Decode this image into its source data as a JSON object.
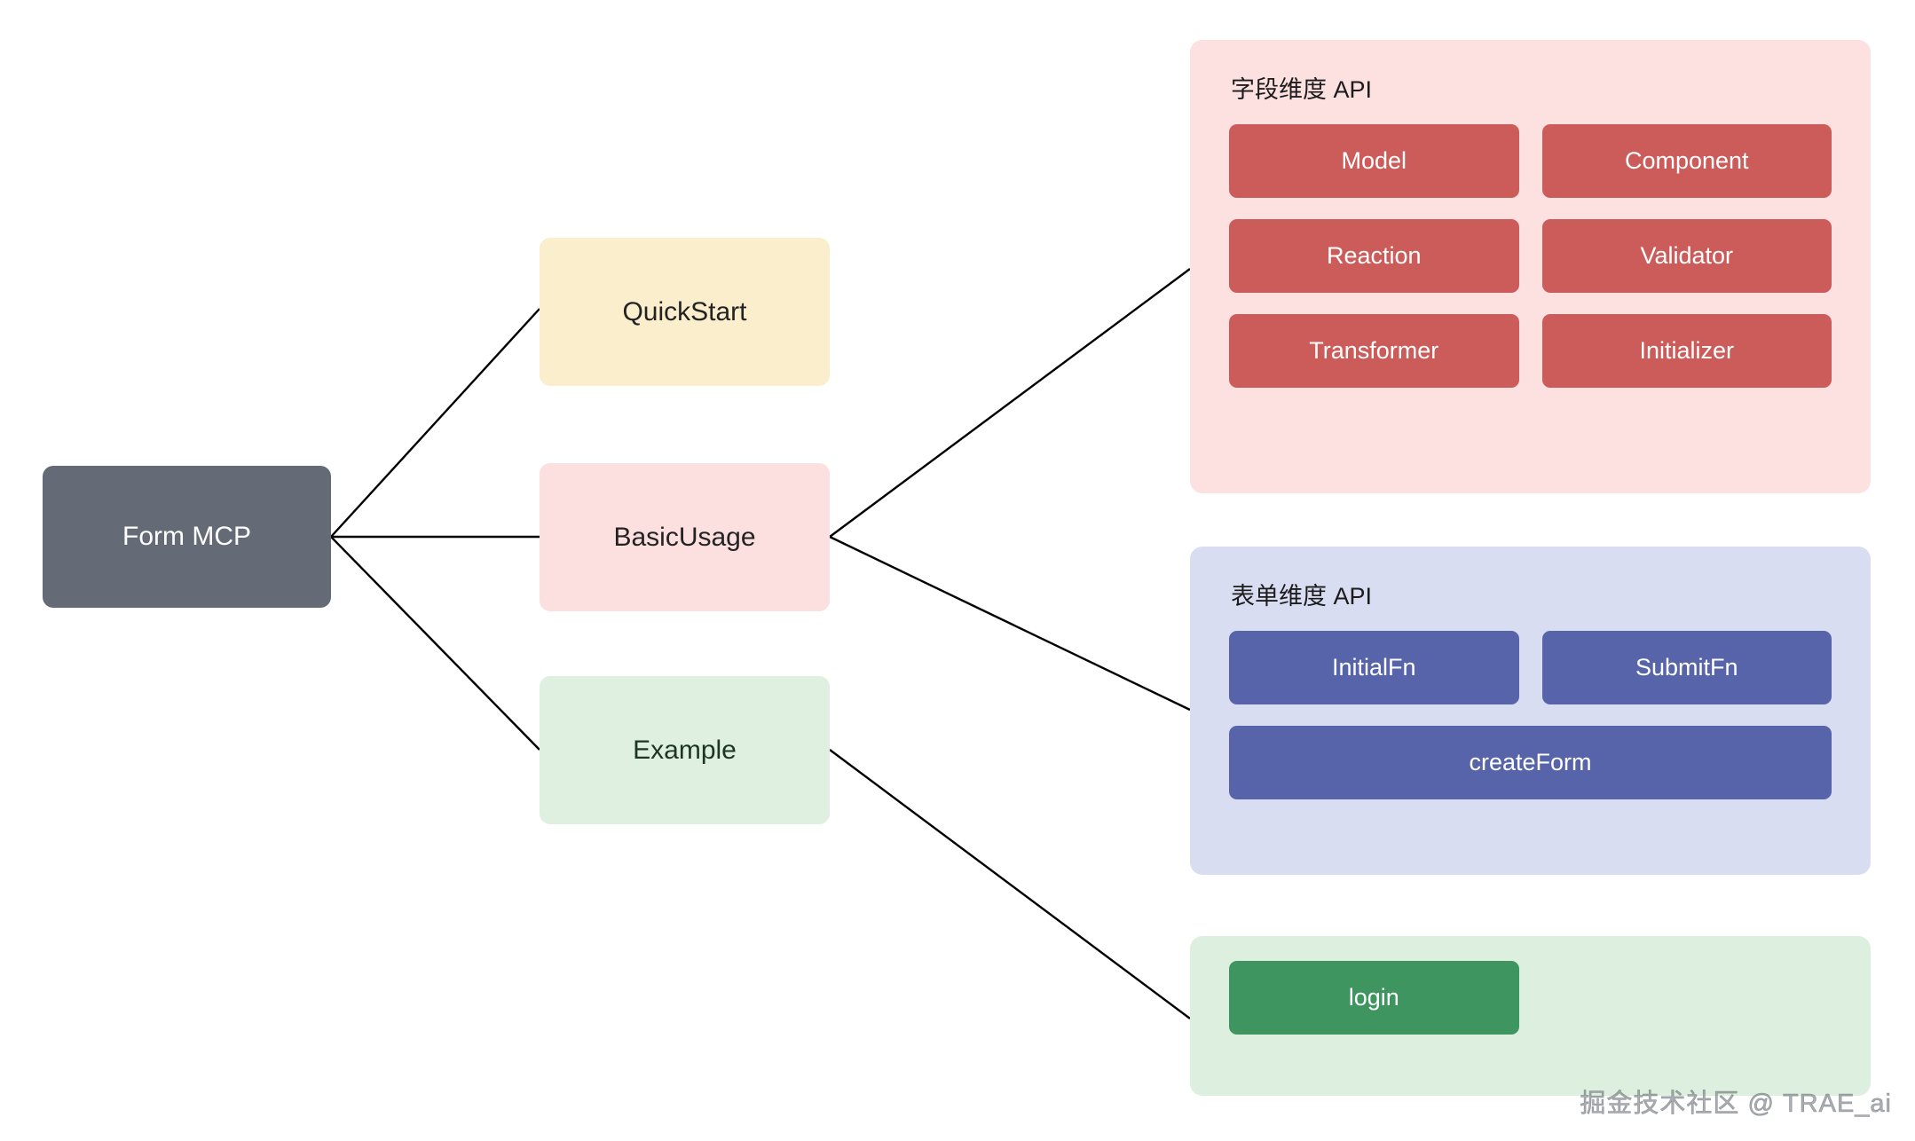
{
  "diagram": {
    "root": {
      "label": "Form MCP"
    },
    "branches": [
      {
        "id": "quickstart",
        "label": "QuickStart"
      },
      {
        "id": "basicusage",
        "label": "BasicUsage"
      },
      {
        "id": "example",
        "label": "Example"
      }
    ],
    "groups": [
      {
        "id": "field-api",
        "title": "字段维度 API",
        "items": [
          "Model",
          "Component",
          "Reaction",
          "Validator",
          "Transformer",
          "Initializer"
        ]
      },
      {
        "id": "form-api",
        "title": "表单维度 API",
        "items": [
          "InitialFn",
          "SubmitFn",
          "createForm"
        ]
      },
      {
        "id": "example-api",
        "title": "",
        "items": [
          "login"
        ]
      }
    ],
    "watermark": "掘金技术社区 @ TRAE_ai",
    "colors": {
      "root_bg": "#656b76",
      "quickstart_bg": "#fbeecd",
      "basicusage_bg": "#fcdfdf",
      "example_bg": "#dff0e1",
      "field_panel_bg": "#fde0e0",
      "field_chip": "#cc5c59",
      "form_panel_bg": "#d9ddf2",
      "form_chip": "#5864aa",
      "example_panel_bg": "#ddf0e0",
      "example_chip": "#3f9560",
      "edge": "#000000"
    }
  }
}
